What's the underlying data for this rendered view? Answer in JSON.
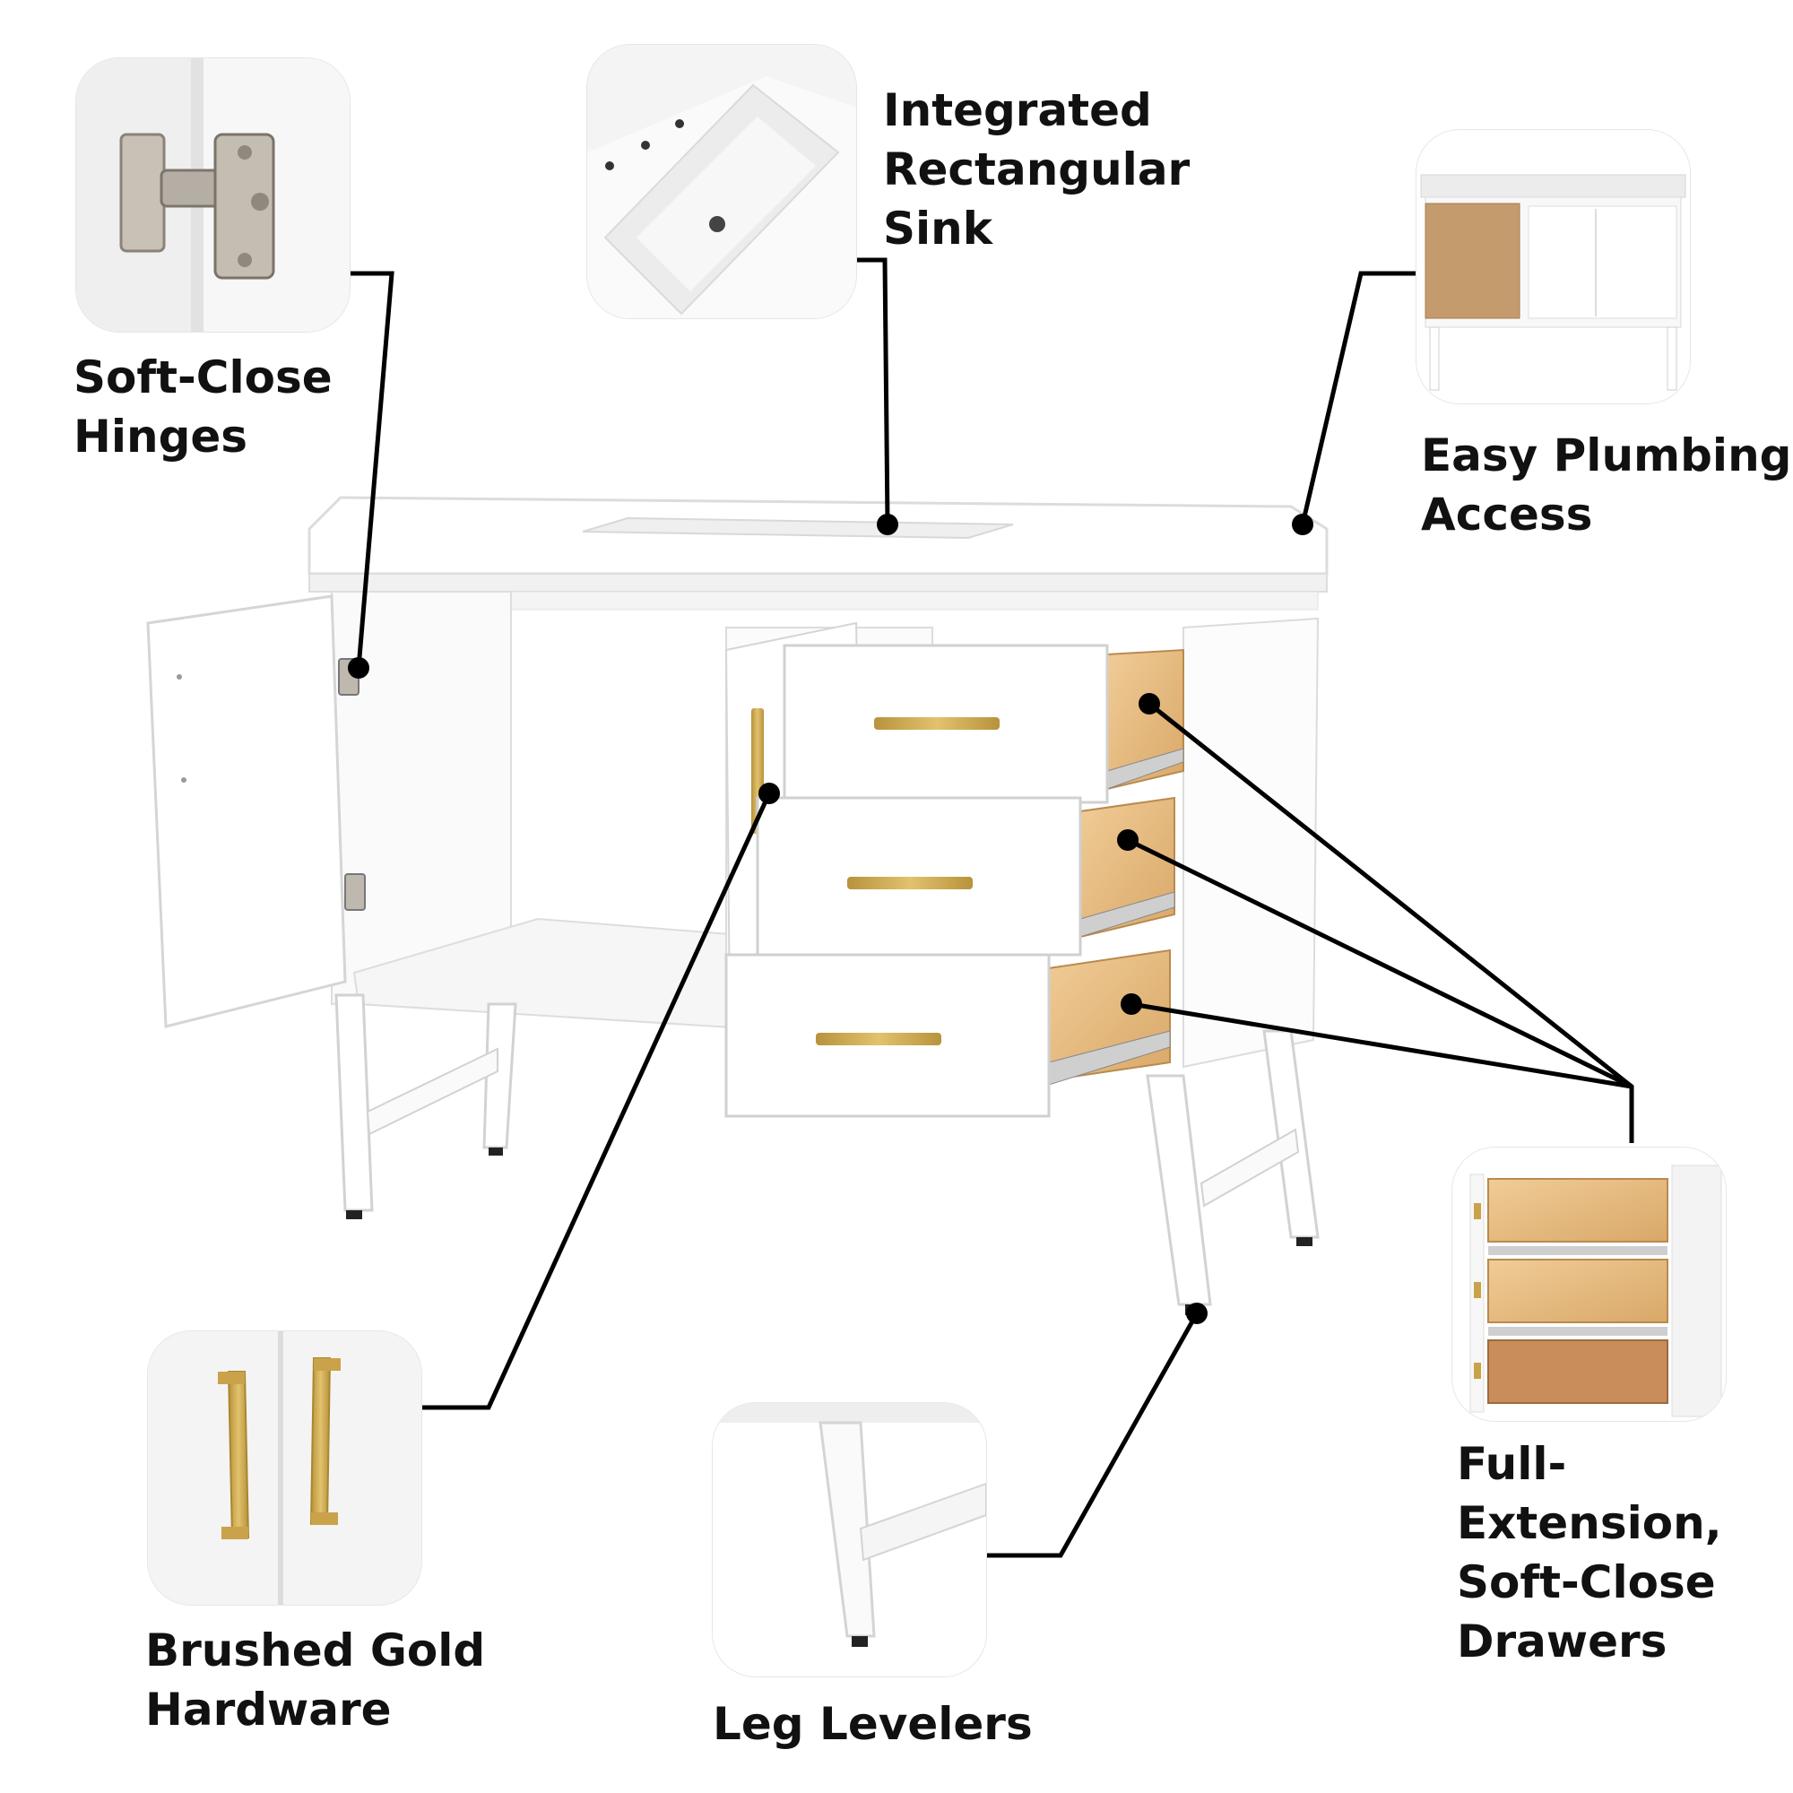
{
  "features": [
    {
      "id": "hinges",
      "label": "Soft-Close\nHinges"
    },
    {
      "id": "sink",
      "label": "Integrated\nRectangular\nSink"
    },
    {
      "id": "plumbing",
      "label": "Easy Plumbing\nAccess"
    },
    {
      "id": "hardware",
      "label": "Brushed Gold\nHardware"
    },
    {
      "id": "levelers",
      "label": "Leg Levelers"
    },
    {
      "id": "drawers",
      "label": "Full-Extension,\nSoft-Close\nDrawers"
    }
  ],
  "colors": {
    "cabinet": "#ffffff",
    "shadow": "#e4e4e4",
    "wood": "#e2b57e",
    "gold": "#c9a24a",
    "line": "#000000",
    "thumb_bg": "#f3f3f3"
  }
}
